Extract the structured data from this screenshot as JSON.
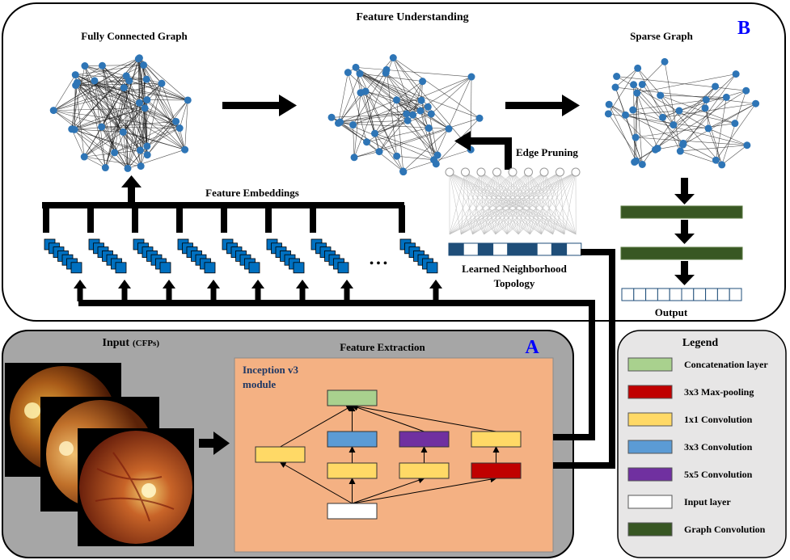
{
  "panel_b": {
    "title": "Feature Understanding",
    "letter": "B",
    "fully_connected_label": "Fully Connected  Graph",
    "sparse_label": "Sparse Graph",
    "edge_pruning_label": "Edge Pruning",
    "embeddings_label": "Feature Embeddings",
    "ellipsis": "• • •",
    "topology_label_1": "Learned Neighborhood",
    "topology_label_2": "Topology",
    "output_label": "Output"
  },
  "panel_a": {
    "title_main": "Input",
    "title_sub": "(CFPs)",
    "letter": "A",
    "extraction_label": "Feature Extraction",
    "inception_label_1": "Inception v3",
    "inception_label_2": "module"
  },
  "legend": {
    "title": "Legend",
    "items": [
      {
        "label": "Concatenation  layer",
        "color": "#a9d18e"
      },
      {
        "label": "3x3 Max-pooling",
        "color": "#c00000"
      },
      {
        "label": "1x1 Convolution",
        "color": "#ffd966"
      },
      {
        "label": "3x3 Convolution",
        "color": "#5b9bd5"
      },
      {
        "label": "5x5 Convolution",
        "color": "#7030a0"
      },
      {
        "label": "Input layer",
        "color": "#ffffff"
      },
      {
        "label": "Graph Convolution",
        "color": "#385723"
      }
    ]
  },
  "colors": {
    "node": "#2e75b6",
    "panel_a_bg": "#a6a6a6",
    "inception_bg": "#f4b183",
    "legend_bg": "#e7e6e6",
    "accent_letter": "#0000ff",
    "embedding_blue": "#0070c0",
    "topology_blue": "#1f4e79",
    "graph_conv": "#385723"
  }
}
